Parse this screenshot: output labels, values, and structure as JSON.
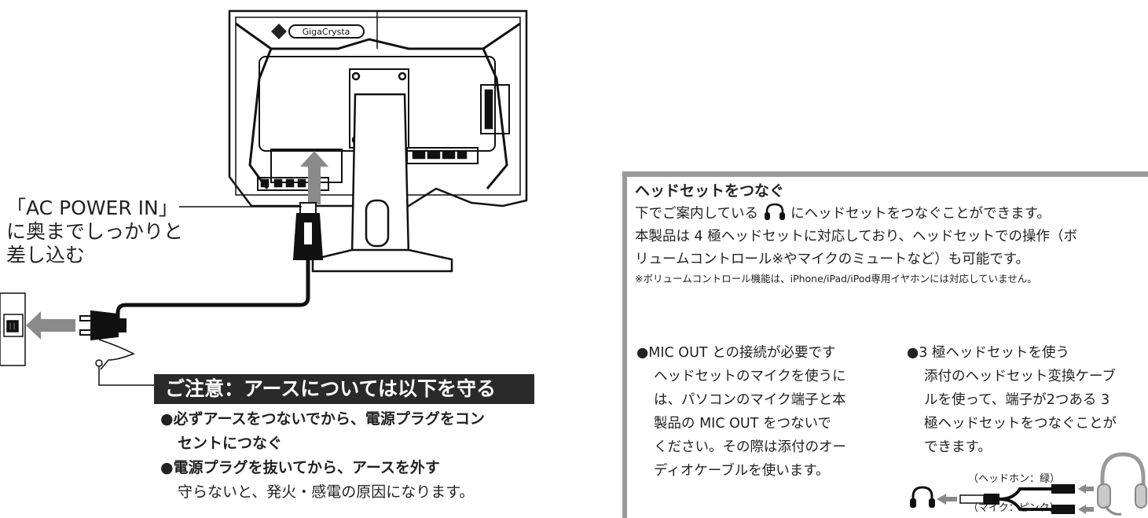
{
  "monitor_logo": "GigaCrysta",
  "callout": {
    "line1": "「AC POWER IN」",
    "line2": "に奥までしっかりと",
    "line3": "差し込む"
  },
  "caution": {
    "title": "ご注意：アースについては以下を守る",
    "item1a": "●必ずアースをつないでから、電源プラグをコン",
    "item1b": "セントにつなぐ",
    "item2": "●電源プラグを抜いてから、アースを外す",
    "note": "守らないと、発火・感電の原因になります。"
  },
  "headset": {
    "title": "ヘッドセットをつなぐ",
    "line1_pre": "下でご案内している",
    "line1_post": "にヘッドセットをつなぐことができます。",
    "line2": "本製品は 4 極ヘッドセットに対応しており、ヘッドセットでの操作（ボ",
    "line3": "リュームコントロール※やマイクのミュートなど）も可能です。",
    "footnote": "※ボリュームコントロール機能は、iPhone/iPad/iPod専用イヤホンには対応していません。"
  },
  "mic_out": {
    "title": "●MIC OUT との接続が必要です",
    "lines": [
      "ヘッドセットのマイクを使うに",
      "は、パソコンのマイク端子と本",
      "製品の MIC OUT をつないで",
      "ください。その際は添付のオー",
      "ディオケーブルを使います。"
    ]
  },
  "three_pole": {
    "title": "●3 極ヘッドセットを使う",
    "lines": [
      "添付のヘッドセット変換ケーブ",
      "ルを使って、端子が2つある 3",
      "極ヘッドセットをつなぐことが",
      "できます。"
    ]
  },
  "cable_labels": {
    "headphone": "（ヘッドホン：緑）",
    "mic": "（マイク：ピンク）"
  }
}
